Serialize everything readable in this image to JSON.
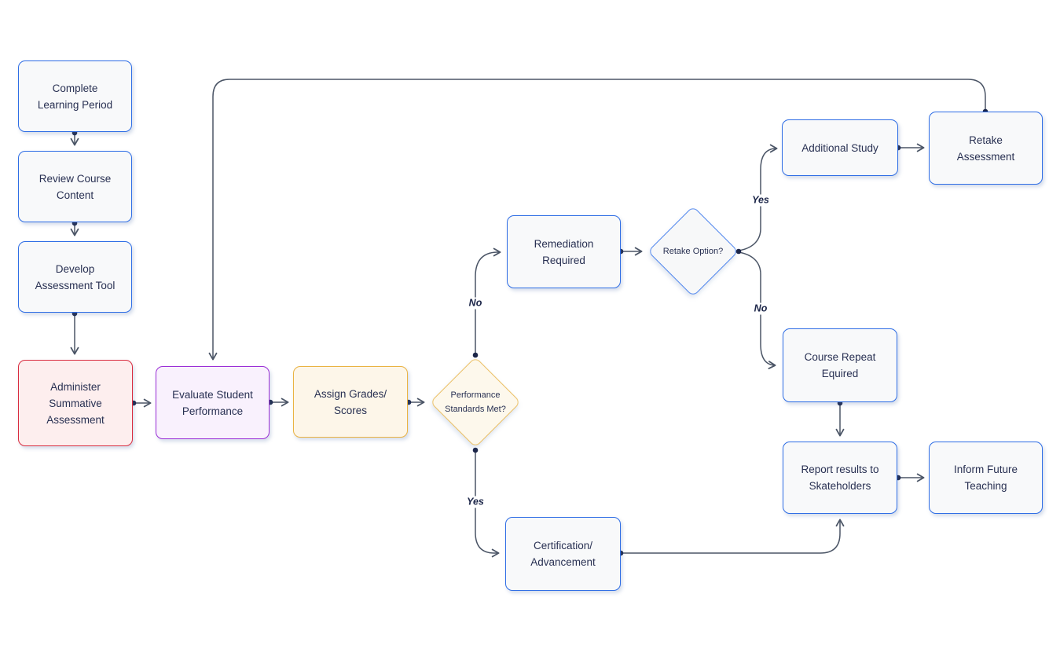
{
  "diagram": {
    "type": "flowchart",
    "nodes": {
      "complete_learning_period": "Complete\nLearning Period",
      "review_course_content": "Review Course\nContent",
      "develop_assessment_tool": "Develop\nAssessment Tool",
      "administer_summative_assessment": "Administer\nSummative\nAssessment",
      "evaluate_student_performance": "Evaluate Student\nPerformance",
      "assign_grades_scores": "Assign Grades/\nScores",
      "performance_standards_met": "Performance\nStandards Met?",
      "remediation_required": "Remediation\nRequired",
      "retake_option": "Retake Option?",
      "additional_study": "Additional Study",
      "retake_assessment": "Retake\nAssessment",
      "course_repeat_equired": "Course Repeat\nEquired",
      "report_results_to_skateholders": "Report results to\nSkateholders",
      "inform_future_teaching": "Inform Future\nTeaching",
      "certification_advancement": "Certification/\nAdvancement"
    },
    "edge_labels": {
      "performance_no": "No",
      "performance_yes": "Yes",
      "retake_yes": "Yes",
      "retake_no": "No"
    },
    "colors": {
      "background": "#ffffff",
      "process_border_blue": "#2e6de5",
      "decision_border_blue": "#4f86ee",
      "highlight_red_border": "#d92c3f",
      "highlight_red_fill": "#fdeeee",
      "highlight_purple_border": "#9b2fd6",
      "highlight_purple_fill": "#f9f1fd",
      "highlight_amber_border": "#eab343",
      "highlight_amber_fill": "#fdf6e9",
      "node_fill": "#f8f9fa",
      "node_text": "#283052",
      "edge_line": "#4b5566",
      "edge_dot": "#1b2548"
    }
  }
}
